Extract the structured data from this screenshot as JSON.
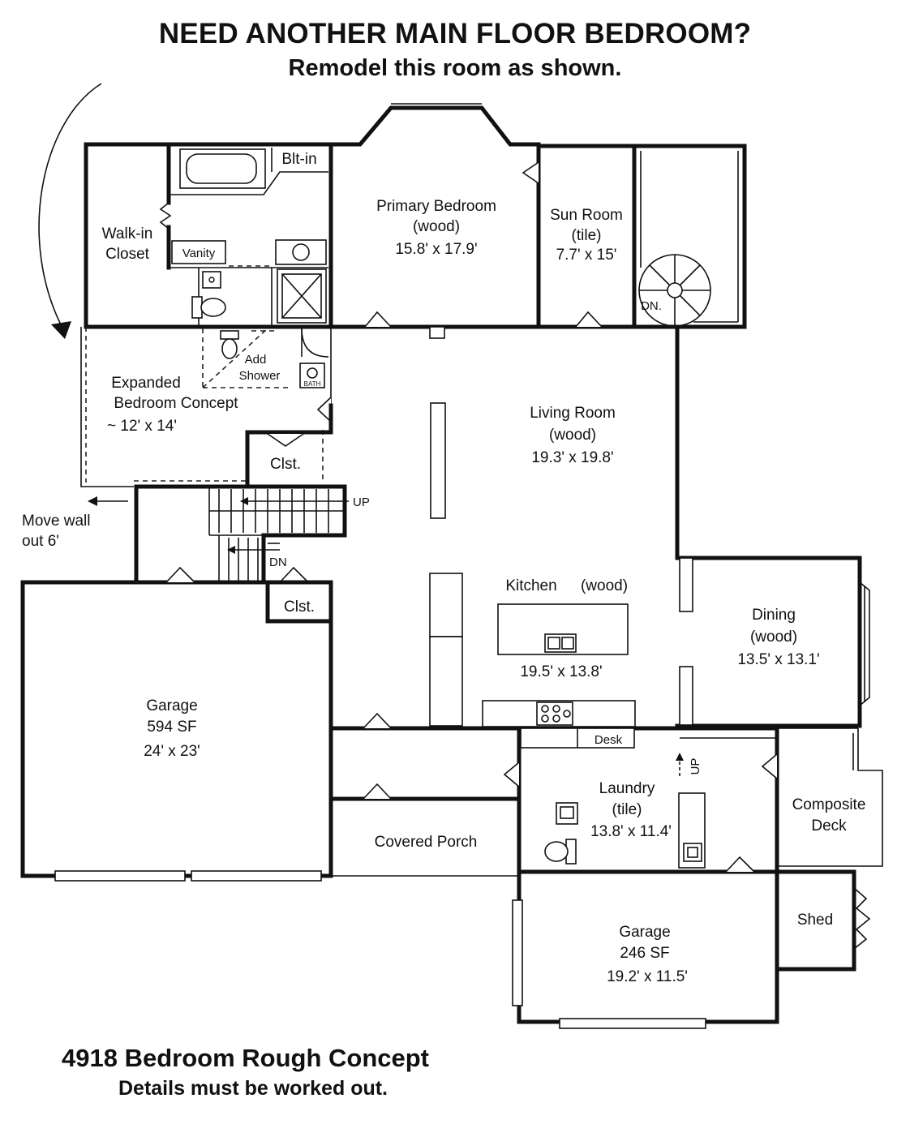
{
  "header": {
    "title": "NEED ANOTHER MAIN FLOOR BEDROOM?",
    "subtitle": "Remodel this room as shown."
  },
  "footer": {
    "title": "4918 Bedroom Rough Concept",
    "note": "Details must be worked out."
  },
  "rooms": {
    "primary_bedroom": {
      "name": "Primary Bedroom",
      "floor": "(wood)",
      "size": "15.8' x 17.9'"
    },
    "sun_room": {
      "name": "Sun Room",
      "floor": "(tile)",
      "size": "7.7' x 15'"
    },
    "walk_in_closet": {
      "line1": "Walk-in",
      "line2": "Closet"
    },
    "expanded_bedroom": {
      "line1": "Expanded",
      "line2": "Bedroom Concept",
      "size": "~ 12' x 14'"
    },
    "living_room": {
      "name": "Living Room",
      "floor": "(wood)",
      "size": "19.3' x 19.8'"
    },
    "kitchen": {
      "name": "Kitchen",
      "floor": "(wood)",
      "size": "19.5' x 13.8'"
    },
    "dining": {
      "name": "Dining",
      "floor": "(wood)",
      "size": "13.5' x 13.1'"
    },
    "garage_main": {
      "name": "Garage",
      "area": "594 SF",
      "size": "24' x 23'"
    },
    "laundry": {
      "name": "Laundry",
      "floor": "(tile)",
      "size": "13.8' x 11.4'"
    },
    "composite_deck": {
      "line1": "Composite",
      "line2": "Deck"
    },
    "covered_porch": {
      "name": "Covered Porch"
    },
    "garage_small": {
      "name": "Garage",
      "area": "246 SF",
      "size": "19.2' x 11.5'"
    },
    "shed": {
      "name": "Shed"
    }
  },
  "labels": {
    "blt_in": "Blt-in",
    "vanity": "Vanity",
    "add_shower_1": "Add",
    "add_shower_2": "Shower",
    "bath": "BATH",
    "clst_upper": "Clst.",
    "clst_lower": "Clst.",
    "desk": "Desk",
    "dn_spiral": "DN.",
    "up_stairs": "UP",
    "dn_stairs": "DN",
    "up_laundry": "UP",
    "move_wall_1": "Move wall",
    "move_wall_2": "out 6'"
  }
}
